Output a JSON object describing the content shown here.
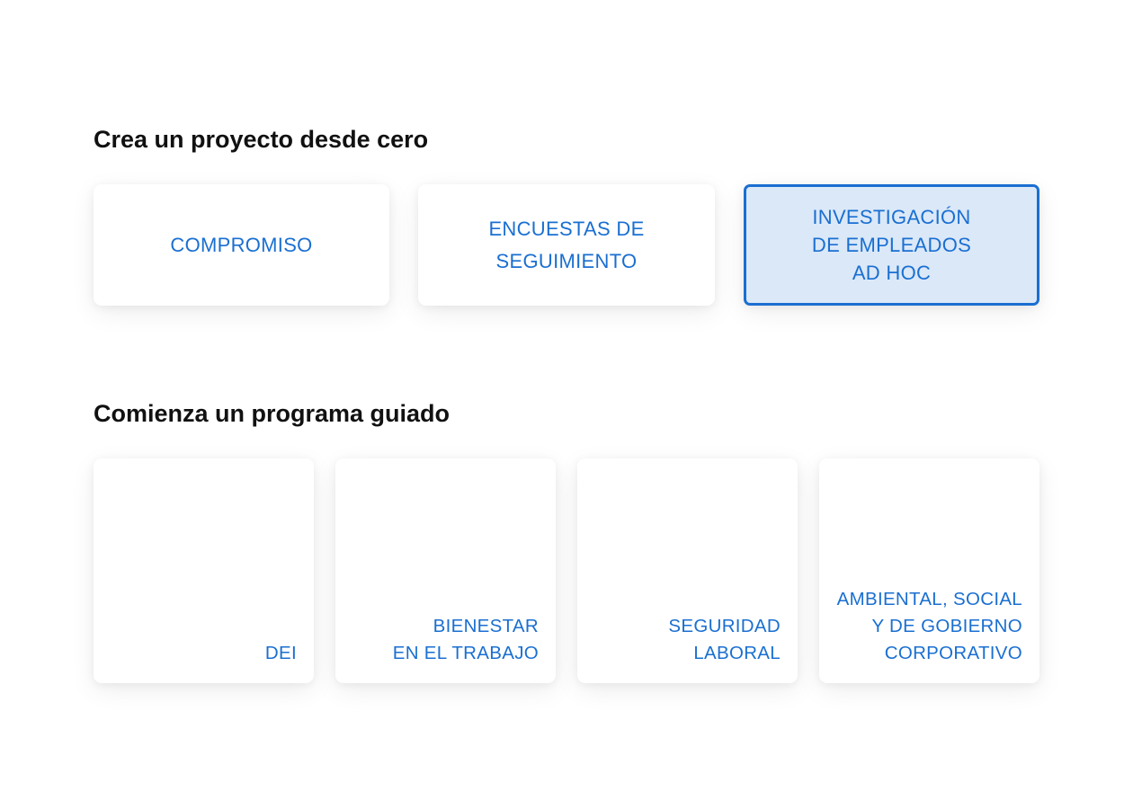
{
  "sections": {
    "scratch": {
      "title": "Crea un proyecto desde cero",
      "cards": [
        {
          "label": "COMPROMISO",
          "selected": false
        },
        {
          "label": "ENCUESTAS DE\nSEGUIMIENTO",
          "selected": false
        },
        {
          "label": "INVESTIGACIÓN\nDE EMPLEADOS\nAD HOC",
          "selected": true
        }
      ]
    },
    "guided": {
      "title": "Comienza un programa guiado",
      "cards": [
        {
          "label": "DEI"
        },
        {
          "label": "BIENESTAR\nEN EL TRABAJO"
        },
        {
          "label": "SEGURIDAD\nLABORAL"
        },
        {
          "label": "AMBIENTAL, SOCIAL\nY DE GOBIERNO\nCORPORATIVO"
        }
      ]
    }
  },
  "colors": {
    "accent": "#1a6fd1",
    "selected_background": "#dbe8f8",
    "title_text": "#111111",
    "card_background": "#ffffff"
  }
}
